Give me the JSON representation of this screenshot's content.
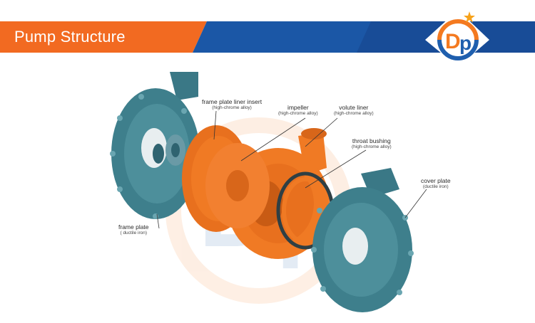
{
  "banner": {
    "title": "Pump Structure",
    "colors": {
      "orange": "#f26a21",
      "blue": "#1b57a6",
      "dark_blue": "#16438a"
    }
  },
  "logo": {
    "text": "Dp",
    "colors": {
      "ring_orange": "#f47a20",
      "ring_blue": "#1f5fae",
      "star": "#f7a21b"
    }
  },
  "diagram": {
    "labels": [
      {
        "name": "frame plate liner insert",
        "material": "(high-chrome alloy)"
      },
      {
        "name": "impeller",
        "material": "(high-chrome alloy)"
      },
      {
        "name": "volute liner",
        "material": "(high-chrome alloy)"
      },
      {
        "name": "throat bushing",
        "material": "(high-chrome alloy)"
      },
      {
        "name": "cover plate",
        "material": "(ductile iron)"
      },
      {
        "name": "frame plate",
        "material": "( ductile iron)"
      }
    ],
    "colors": {
      "casing": "#3e7f8c",
      "liner": "#f07a24",
      "background": "#ffffff"
    }
  }
}
